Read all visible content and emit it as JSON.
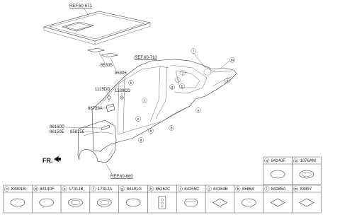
{
  "diagram": {
    "references": {
      "roof": "REF.60-671",
      "side_panel": "REF.60-710",
      "fender": "REF.60-660"
    },
    "direction_label": "FR.",
    "part_labels": [
      {
        "id": "p85305a",
        "text": "85305"
      },
      {
        "id": "p85305b",
        "text": "85305"
      },
      {
        "id": "p1125DD",
        "text": "1125DD"
      },
      {
        "id": "p1339CD",
        "text": "1339CD"
      },
      {
        "id": "p66739A",
        "text": "66739A"
      },
      {
        "id": "p86160D",
        "text": "86160D"
      },
      {
        "id": "p86150E",
        "text": "86150E"
      },
      {
        "id": "p85815E",
        "text": "85815E"
      }
    ],
    "callouts": [
      "a",
      "b",
      "c",
      "d",
      "e",
      "f",
      "g",
      "h",
      "i",
      "j",
      "k",
      "l",
      "m"
    ]
  },
  "legend": {
    "top_row": [
      {
        "letter": "a",
        "part": "84140F",
        "shape": "oval"
      },
      {
        "letter": "b",
        "part": "1076AM",
        "shape": "ring"
      }
    ],
    "bottom_row": [
      {
        "letter": "c",
        "part": "83991B",
        "shape": "oval"
      },
      {
        "letter": "d",
        "part": "84140F",
        "shape": "oval"
      },
      {
        "letter": "e",
        "part": "1731JB",
        "shape": "ring"
      },
      {
        "letter": "f",
        "part": "1731JA",
        "shape": "ring"
      },
      {
        "letter": "g",
        "part": "84191G",
        "shape": "oval"
      },
      {
        "letter": "h",
        "part": "85262C",
        "shape": "clip"
      },
      {
        "letter": "i",
        "part": "84255C",
        "shape": "slot"
      },
      {
        "letter": "j",
        "part": "84184B",
        "shape": "diamond"
      },
      {
        "letter": "k",
        "part": "85864",
        "shape": "oval"
      },
      {
        "letter": "l",
        "part": "84185A",
        "shape": "diamond"
      },
      {
        "letter": "m",
        "part": "83397",
        "shape": "diamond"
      }
    ]
  }
}
